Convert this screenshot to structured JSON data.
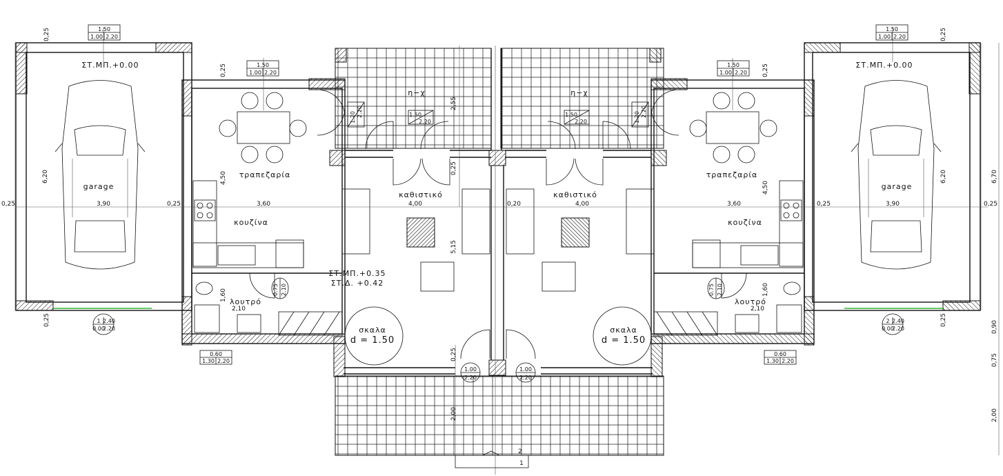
{
  "left": {
    "garage_label": "garage",
    "garage_level": "ΣΤ.ΜΠ.+0.00",
    "dining_label": "τραπεζαρία",
    "kitchen_label": "κουζίνα",
    "living_label": "καθιστικό",
    "bath_label": "λουτρό",
    "stair_label": "σκαλα",
    "stair_d": "d = 1.50",
    "hall_label": "η−χ",
    "floor_level_1": "ΣΤ.ΜΠ.+0.35",
    "floor_level_2": "ΣΤ.Δ. +0.42"
  },
  "right": {
    "garage_label": "garage",
    "garage_level": "ΣΤ.ΜΠ.+0.00",
    "dining_label": "τραπεζαρία",
    "kitchen_label": "κουζίνα",
    "living_label": "καθιστικό",
    "bath_label": "λουτρό",
    "stair_label": "σκαλα",
    "stair_d": "d = 1.50",
    "hall_label": "η−χ"
  },
  "dims": {
    "d025": "0,25",
    "d390": "3,90",
    "d360": "3,60",
    "d400": "4,00",
    "d620": "6,20",
    "d450": "4,50",
    "d515": "5,15",
    "d255": "2,55",
    "d200": "2,00",
    "d160": "1,60",
    "d210": "2,10",
    "d670": "6,70",
    "d090": "0,90",
    "d075": "0,75",
    "d020": "0,20"
  },
  "openings": {
    "w150": "1.50",
    "w100": "1.00",
    "w220": "2.20",
    "w060": "0.60",
    "w130": "1.30",
    "w120": "1.20",
    "w075": "0.75",
    "w210": "2.10",
    "g1": "1",
    "g2": "2",
    "g240": "2.40",
    "g000": "0.00",
    "g220": "2.20"
  },
  "section_marks": {
    "m1": "1",
    "m2": "2"
  }
}
